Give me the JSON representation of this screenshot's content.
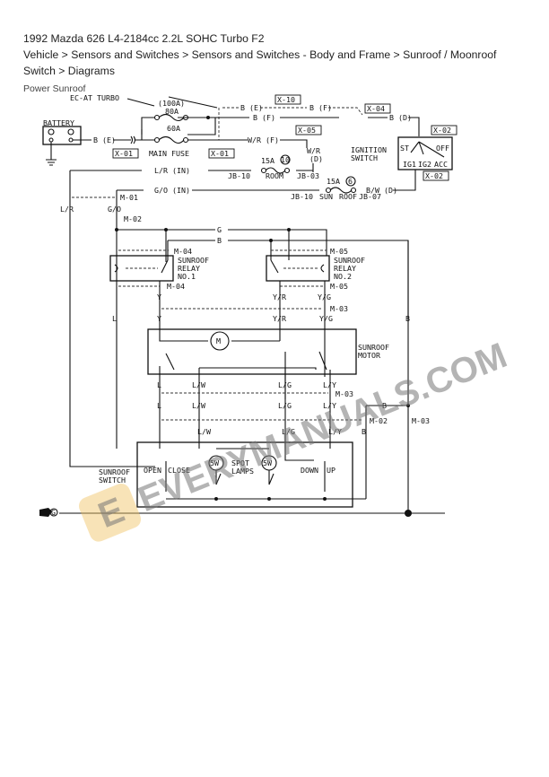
{
  "header": {
    "title": "1992 Mazda 626 L4-2184cc 2.2L SOHC Turbo F2",
    "breadcrumb": "Vehicle > Sensors and Switches > Sensors and Switches - Body and Frame > Sunroof / Moonroof Switch > Diagrams",
    "subtitle": "Power Sunroof"
  },
  "diagram": {
    "labels": {
      "ec_at_turbo": "EC-AT TURBO",
      "fuse_100a": "(100A)",
      "fuse_80a": "80A",
      "fuse_60a": "60A",
      "main_fuse": "MAIN FUSE",
      "battery": "BATTERY",
      "ignition_switch_1": "IGNITION",
      "ignition_switch_2": "SWITCH",
      "ign_st": "ST",
      "ign_off": "OFF",
      "ign_ig1": "IG1",
      "ign_ig2": "IG2",
      "ign_acc": "ACC",
      "fuse_room_amp": "15A",
      "fuse_room_num": "10",
      "fuse_room": "ROOM",
      "fuse_sunroof_amp": "15A",
      "fuse_sunroof_num": "6",
      "fuse_sun": "SUN",
      "fuse_roof": "ROOF",
      "relay1_1": "SUNROOF",
      "relay1_2": "RELAY",
      "relay1_3": "NO.1",
      "relay2_1": "SUNROOF",
      "relay2_2": "RELAY",
      "relay2_3": "NO.2",
      "motor_1": "SUNROOF",
      "motor_2": "MOTOR",
      "switch_1": "SUNROOF",
      "switch_2": "SWITCH",
      "open": "OPEN",
      "close": "CLOSE",
      "down": "DOWN",
      "up": "UP",
      "spot_1": "SPOT",
      "spot_2": "LAMPS",
      "lamp_watt": "5W",
      "motor_symbol": "M",
      "ground_symbol": "G"
    },
    "connectors": {
      "x01a": "X-01",
      "x01b": "X-01",
      "x10": "X-10",
      "x04": "X-04",
      "x05": "X-05",
      "x02a": "X-02",
      "x02b": "X-02",
      "jb10a": "JB-10",
      "jb03": "JB-03",
      "jb10b": "JB-10",
      "jb07": "JB-07",
      "m01": "M-01",
      "m02a": "M-02",
      "m04a": "M-04",
      "m04b": "M-04",
      "m05a": "M-05",
      "m05b": "M-05",
      "m03a": "M-03",
      "m03b": "M-03",
      "m02b": "M-02",
      "m03c": "M-03"
    },
    "wires": {
      "be1": "B (E)",
      "be2": "B (E)",
      "bf1": "B (F)",
      "bf2": "B (F)",
      "bd1": "B (D)",
      "wrf": "W/R (F)",
      "wr": "W/R",
      "d": "(D)",
      "lr_in": "L/R (IN)",
      "go_in": "G/O (IN)",
      "bw_d": "B/W (D)",
      "lr": "L/R",
      "go": "G/O",
      "g": "G",
      "b1": "B",
      "y1": "Y",
      "yr1": "Y/R",
      "yg1": "Y/G",
      "l1": "L",
      "y2": "Y",
      "yr2": "Y/R",
      "yg2": "Y/G",
      "b2": "B",
      "l2": "L",
      "lw2": "L/W",
      "lg2": "L/G",
      "ly2": "L/Y",
      "l3": "L",
      "lw3": "L/W",
      "lg3": "L/G",
      "ly3": "L/Y",
      "b3": "B",
      "lw4": "L/W",
      "lg4": "L/G",
      "ly4": "L/Y",
      "b4": "B"
    },
    "watermark": {
      "text": "EVERYMANUALS.COM",
      "badge_letter": "E",
      "badge_color": "#f0c060"
    }
  }
}
